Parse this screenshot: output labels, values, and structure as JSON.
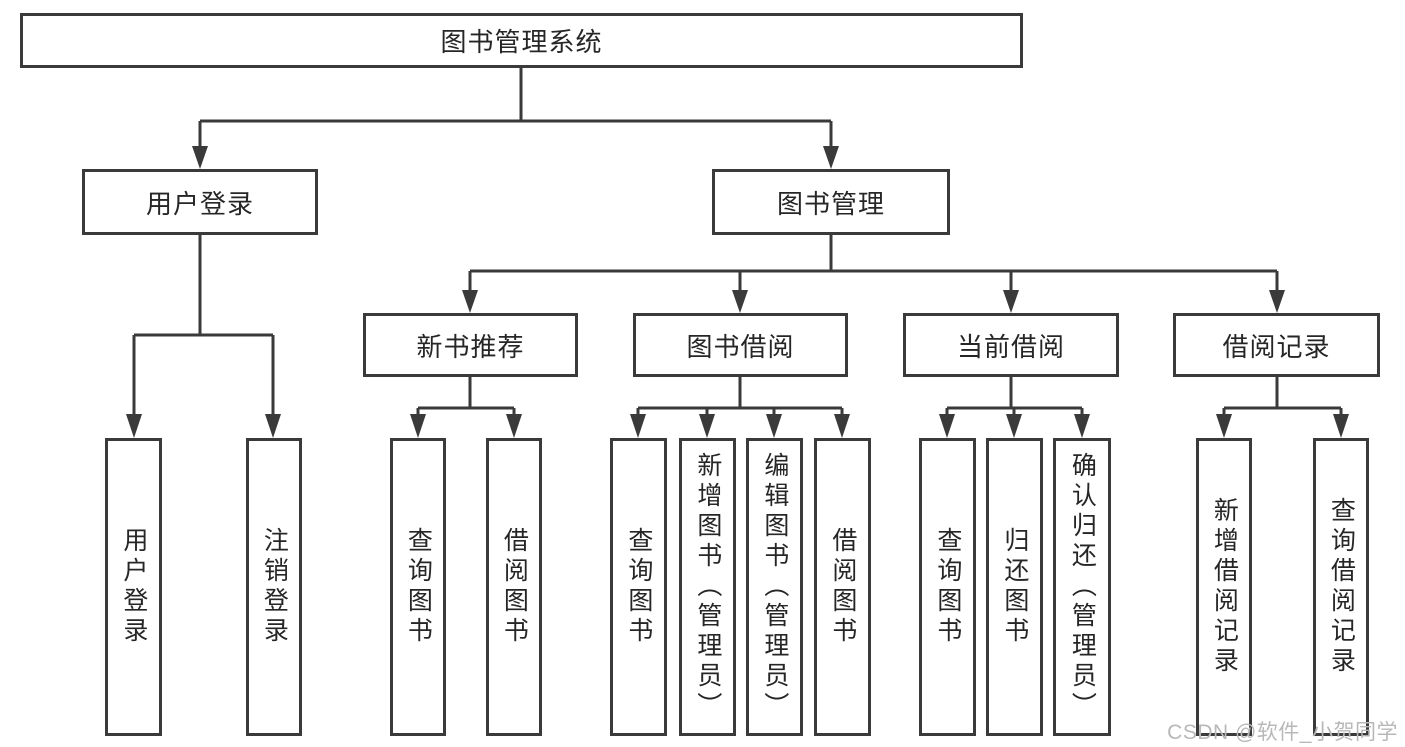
{
  "root": {
    "label": "图书管理系统"
  },
  "branches": [
    {
      "label": "用户登录"
    },
    {
      "label": "图书管理"
    }
  ],
  "modules": [
    {
      "label": "新书推荐"
    },
    {
      "label": "图书借阅"
    },
    {
      "label": "当前借阅"
    },
    {
      "label": "借阅记录"
    }
  ],
  "leaves": {
    "user_login": [
      "用户登录",
      "注销登录"
    ],
    "new_book": [
      "查询图书",
      "借阅图书"
    ],
    "book_borrow": [
      "查询图书",
      "新增图书（管理员）",
      "编辑图书（管理员）",
      "借阅图书"
    ],
    "current_borrow": [
      "查询图书",
      "归还图书",
      "确认归还（管理员）"
    ],
    "borrow_records": [
      "新增借阅记录",
      "查询借阅记录"
    ]
  },
  "watermark": "CSDN @软件_小贺同学",
  "colors": {
    "line": "#3a3a3a",
    "text": "#262626",
    "watermark": "#b8b8b8",
    "background": "#ffffff"
  }
}
